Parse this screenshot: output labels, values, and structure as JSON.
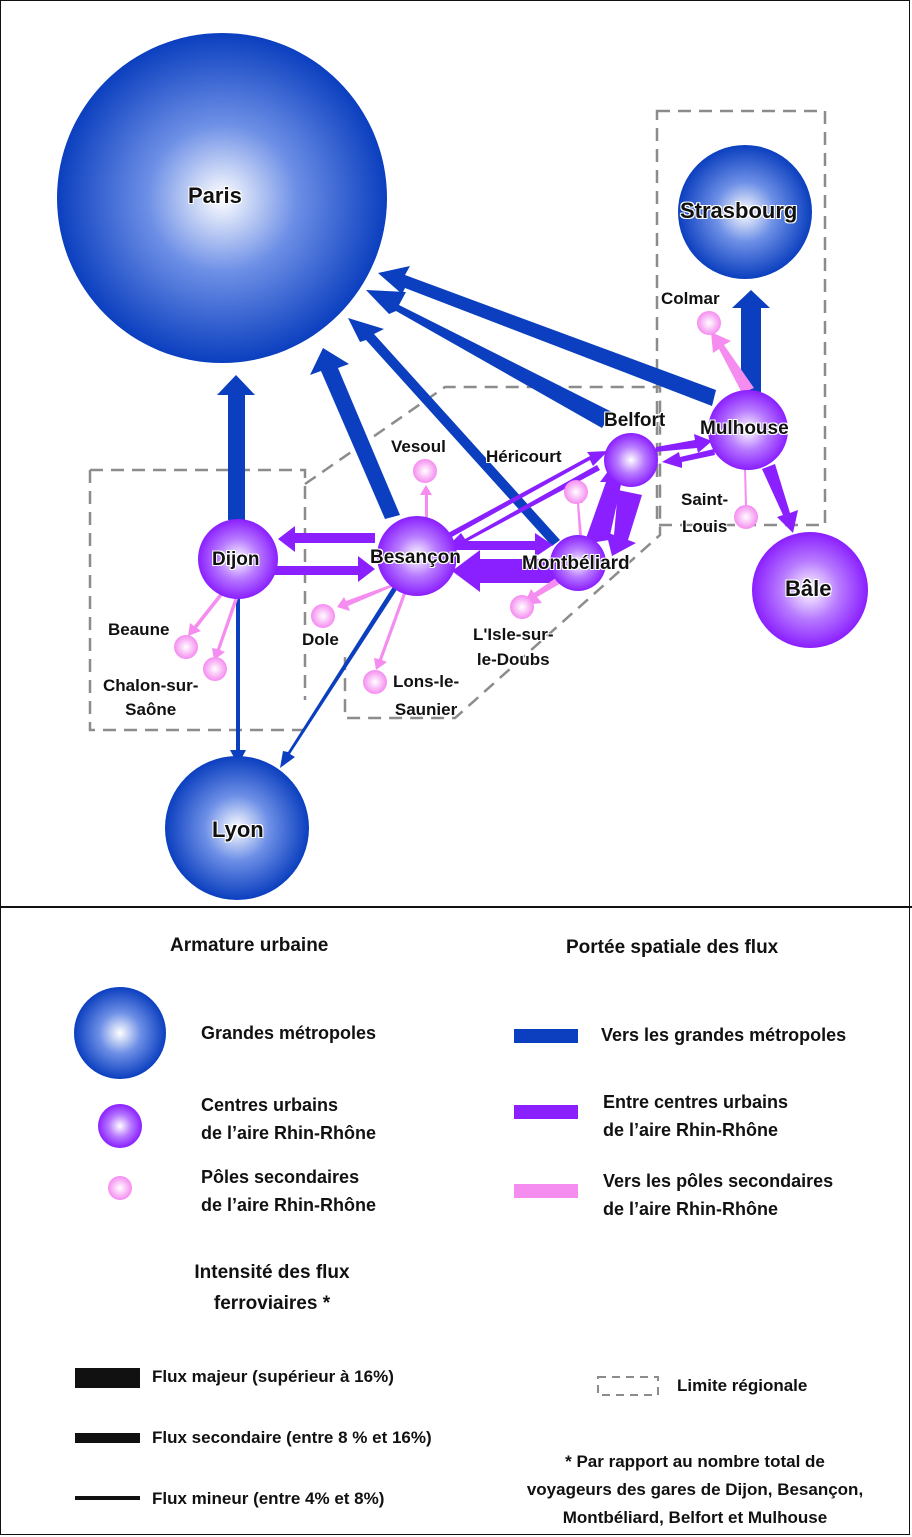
{
  "map": {
    "cities": {
      "paris": "Paris",
      "strasbourg": "Strasbourg",
      "colmar": "Colmar",
      "mulhouse": "Mulhouse",
      "belfort": "Belfort",
      "hericourt": "Héricourt",
      "vesoul": "Vesoul",
      "saint_louis": "Saint-\nLouis",
      "bale": "Bâle",
      "dijon": "Dijon",
      "besancon": "Besançon",
      "montbeliard": "Montbéliard",
      "beaune": "Beaune",
      "dole": "Dole",
      "chalon": "Chalon-sur-\nSaône",
      "lons": "Lons-le-\nSaunier",
      "isle": "L'Isle-sur-\nle-Doubs",
      "lyon": "Lyon"
    }
  },
  "legend": {
    "armature": {
      "title": "Armature urbaine",
      "metropoles": "Grandes métropoles",
      "centres": "Centres urbains\nde l’aire Rhin-Rhône",
      "poles": "Pôles secondaires\nde l’aire Rhin-Rhône"
    },
    "portee": {
      "title": "Portée spatiale des flux",
      "vers_metropoles": "Vers les grandes métropoles",
      "entre_centres": "Entre centres urbains\nde l’aire Rhin-Rhône",
      "vers_poles": "Vers les pôles secondaires\nde l’aire Rhin-Rhône"
    },
    "intensite": {
      "title": "Intensité des flux\nferroviaires *",
      "majeur": "Flux majeur (supérieur à 16%)",
      "secondaire": "Flux secondaire (entre 8 % et 16%)",
      "mineur": "Flux mineur (entre 4% et 8%)"
    },
    "limite": "Limite régionale",
    "footnote": "* Par rapport au nombre total de\nvoyageurs des gares de Dijon, Besançon,\nMontbéliard, Belfort et Mulhouse"
  },
  "colors": {
    "metropole_flow": "#0b3fbf",
    "centre_flow": "#8a1fff",
    "pole_flow": "#f58cf0",
    "boundary": "#8c8c8c"
  }
}
